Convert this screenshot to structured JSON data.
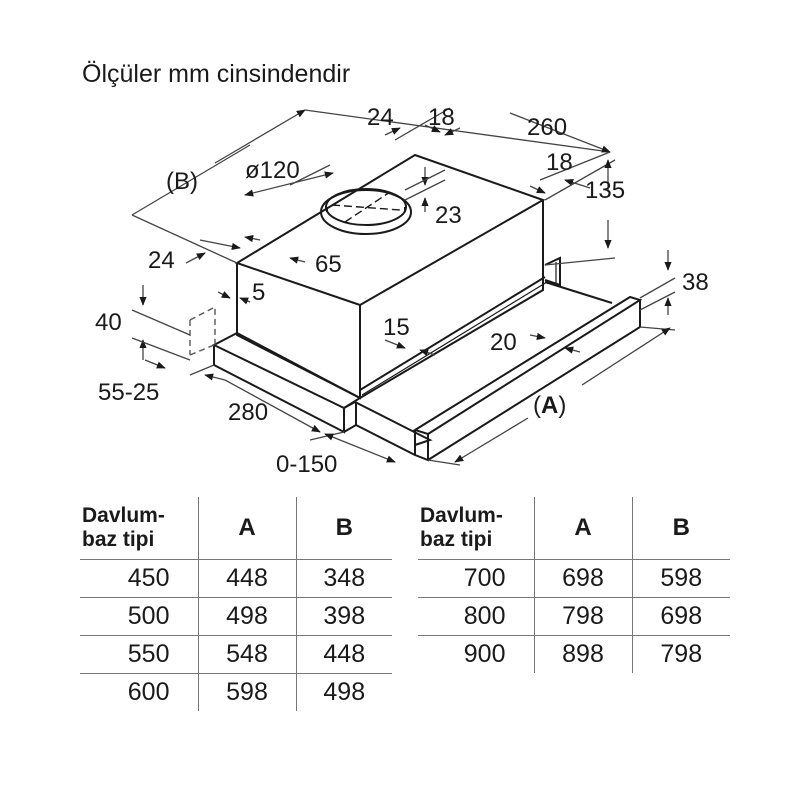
{
  "title": "Ölçüler mm cinsindendir",
  "dimensions": {
    "B_label": "(B)",
    "B_letter": "B",
    "A_letter": "A",
    "d24_top": "24",
    "d18_top": "18",
    "d260": "260",
    "d18_right": "18",
    "d135": "135",
    "d120": "ø120",
    "d23": "23",
    "d24_left": "24",
    "d65": "65",
    "d5": "5",
    "d40": "40",
    "d15": "15",
    "d38": "38",
    "d20": "20",
    "d55_25": "55-25",
    "d280": "280",
    "d0_150": "0-150"
  },
  "colors": {
    "line": "#1a1a1a",
    "dim": "#444444",
    "table_rule": "#777777"
  },
  "tables": [
    {
      "headers": [
        "Davlum-",
        "baz tipi",
        "A",
        "B"
      ],
      "rows": [
        [
          "450",
          "448",
          "348"
        ],
        [
          "500",
          "498",
          "398"
        ],
        [
          "550",
          "548",
          "448"
        ],
        [
          "600",
          "598",
          "498"
        ]
      ]
    },
    {
      "headers": [
        "Davlum-",
        "baz tipi",
        "A",
        "B"
      ],
      "rows": [
        [
          "700",
          "698",
          "598"
        ],
        [
          "800",
          "798",
          "698"
        ],
        [
          "900",
          "898",
          "798"
        ]
      ]
    }
  ]
}
